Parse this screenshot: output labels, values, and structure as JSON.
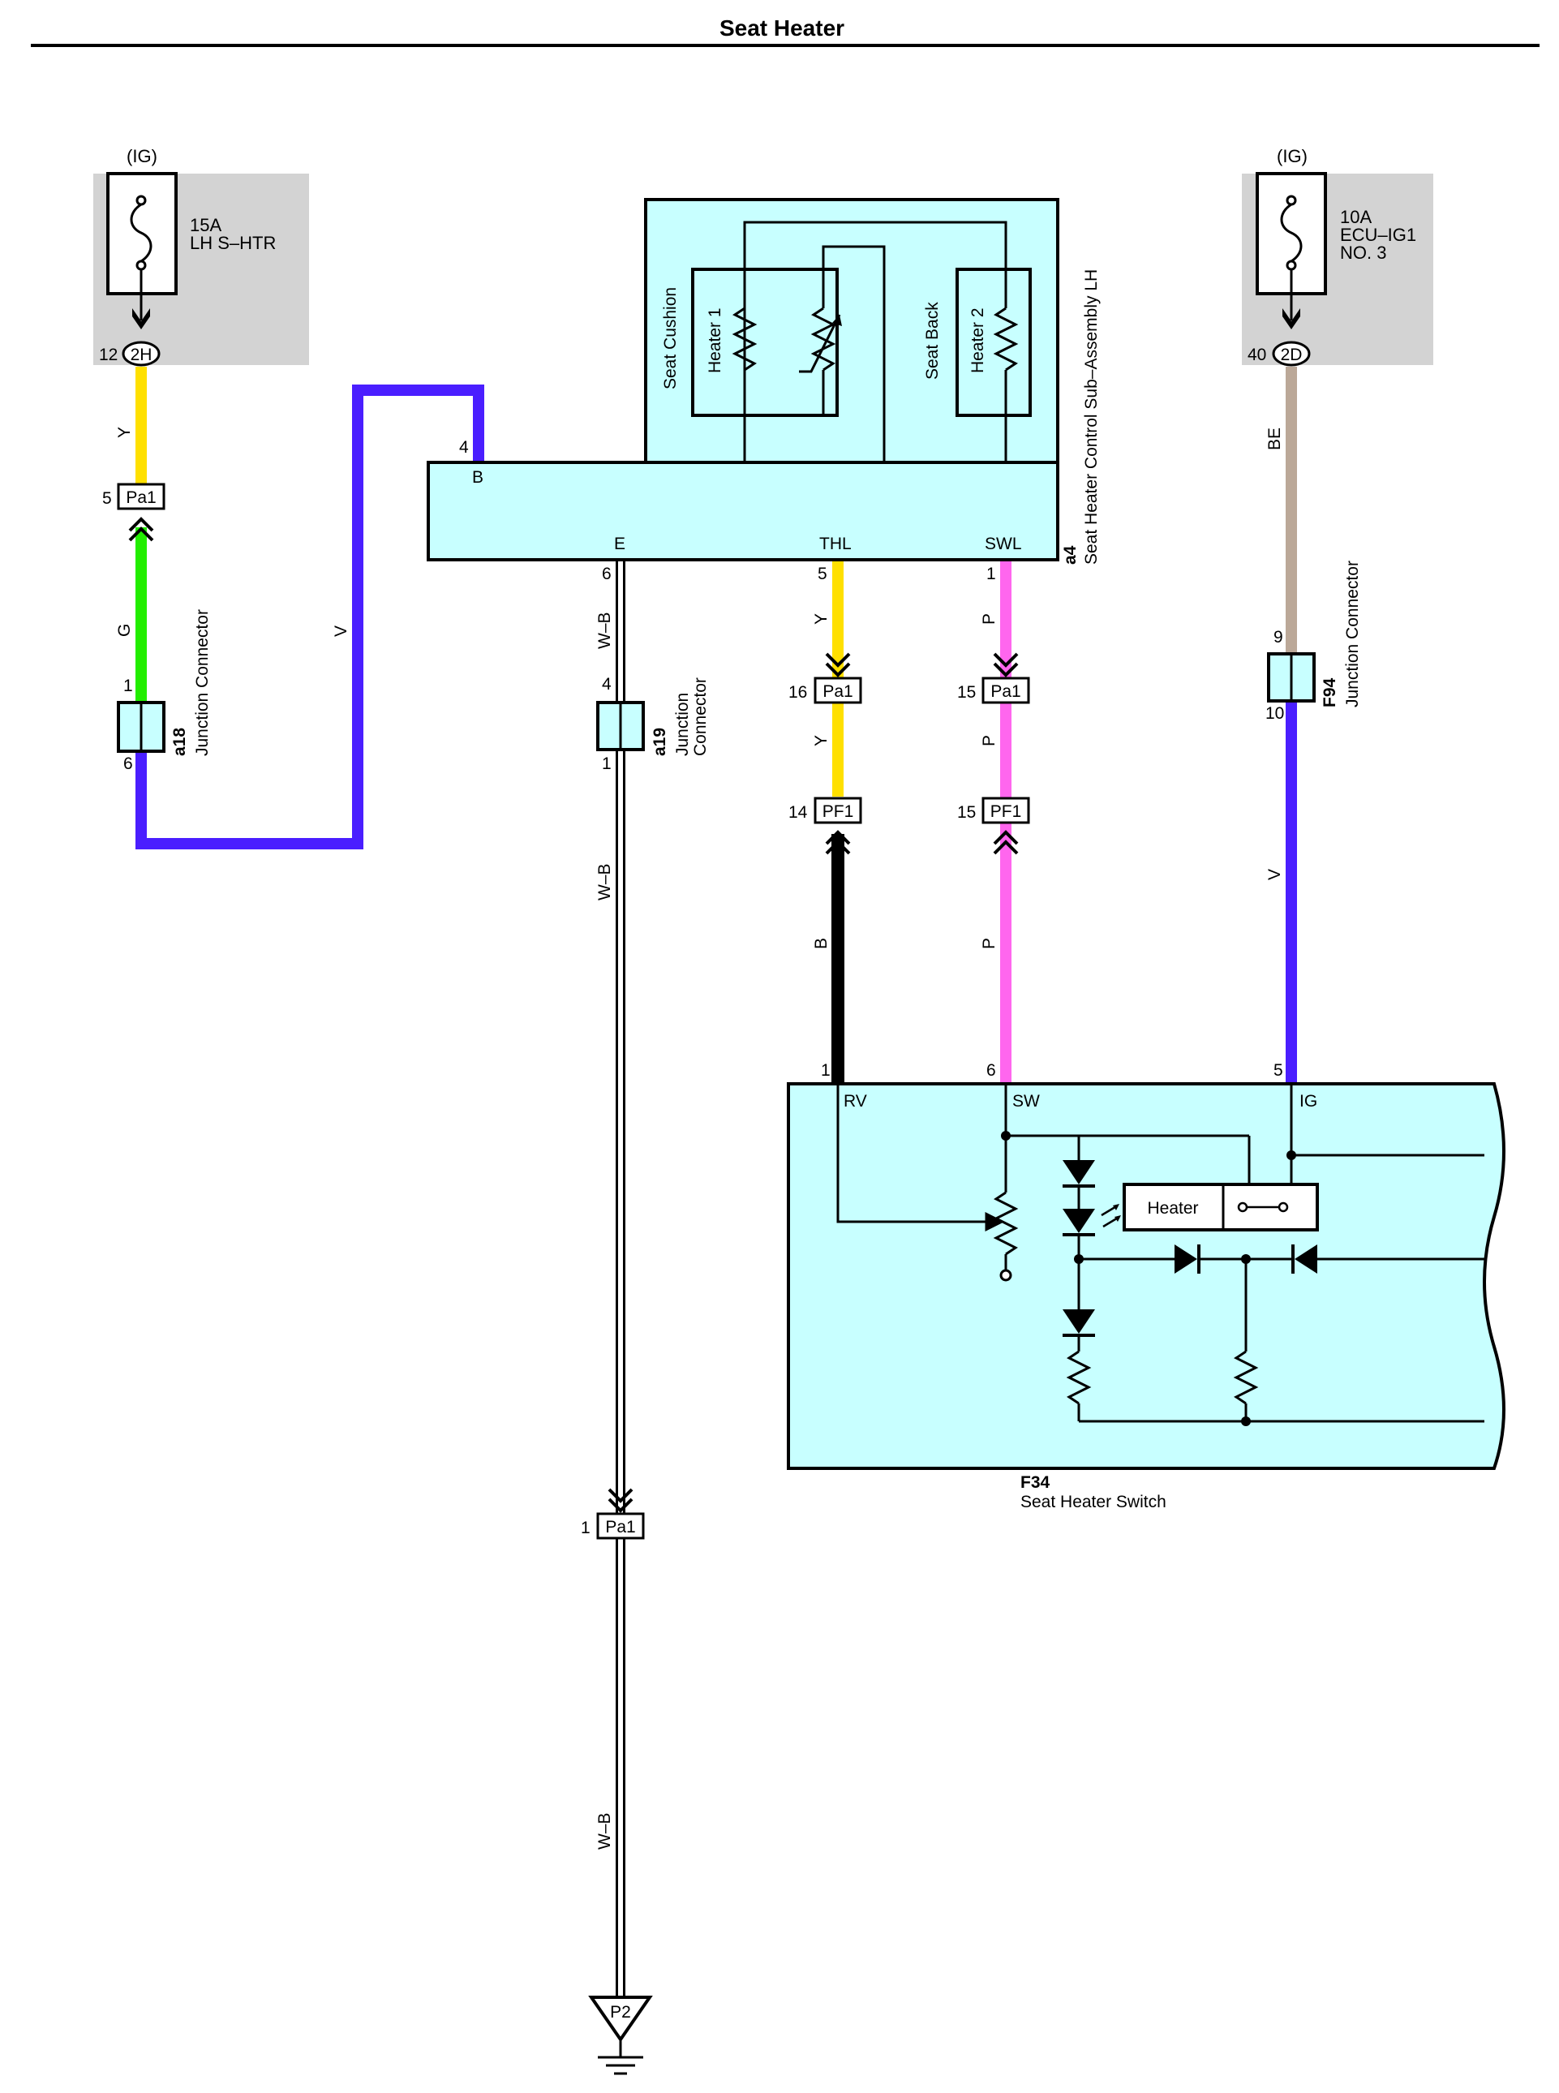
{
  "title": "Seat Heater",
  "colors": {
    "box_fill": "#c8ffff",
    "fuse_fill": "#d3d3d3",
    "wire_Y": "#ffe000",
    "wire_G": "#22ee00",
    "wire_V": "#4a1eff",
    "wire_BE": "#bba898",
    "wire_P": "#ff66ee",
    "wire_B": "#000000",
    "wire_WB": "#ffffff"
  },
  "fuses": {
    "left": {
      "source": "(IG)",
      "rating": "15A",
      "name": "LH S–HTR",
      "pin": "12",
      "connector": "2H"
    },
    "right": {
      "source": "(IG)",
      "rating": "10A",
      "name_line1": "ECU–IG1",
      "name_line2": "NO. 3",
      "pin": "40",
      "connector": "2D"
    }
  },
  "wires": {
    "y_top": "Y",
    "g": "G",
    "v_left": "V",
    "wb_1": "W–B",
    "wb_2": "W–B",
    "wb_3": "W–B",
    "y_thl_1": "Y",
    "y_thl_2": "Y",
    "b_rv": "B",
    "p_1": "P",
    "p_2": "P",
    "p_3": "P",
    "be": "BE",
    "v_right": "V"
  },
  "connectors": {
    "pa1_left": {
      "pin": "5",
      "label": "Pa1"
    },
    "pa1_thl": {
      "pin": "16",
      "label": "Pa1"
    },
    "pa1_swl": {
      "pin": "15",
      "label": "Pa1"
    },
    "pa1_ground": {
      "pin": "1",
      "label": "Pa1"
    },
    "pf1_rv": {
      "pin": "14",
      "label": "PF1"
    },
    "pf1_sw": {
      "pin": "15",
      "label": "PF1"
    },
    "ground": {
      "label": "P2"
    }
  },
  "junctions": {
    "a18": {
      "code": "a18",
      "name": "Junction Connector",
      "pin_top": "1",
      "pin_bottom": "6"
    },
    "a19": {
      "code": "a19",
      "name_line1": "Junction",
      "name_line2": "Connector",
      "pin_top": "4",
      "pin_bottom": "1"
    },
    "f94": {
      "code": "F94",
      "name": "Junction Connector",
      "pin_top": "9",
      "pin_bottom": "10"
    }
  },
  "control": {
    "code": "a4",
    "name": "Seat Heater Control Sub–Assembly LH",
    "seat_cushion": "Seat Cushion",
    "heater1": "Heater 1",
    "seat_back": "Seat Back",
    "heater2": "Heater 2",
    "pin_b": "4",
    "term_b": "B",
    "term_e": "E",
    "pin_e": "6",
    "term_thl": "THL",
    "pin_thl": "5",
    "term_swl": "SWL",
    "pin_swl": "1"
  },
  "switch": {
    "code": "F34",
    "name": "Seat Heater Switch",
    "term_rv": "RV",
    "pin_rv": "1",
    "term_sw": "SW",
    "pin_sw": "6",
    "term_ig": "IG",
    "pin_ig": "5",
    "heater_label": "Heater"
  }
}
